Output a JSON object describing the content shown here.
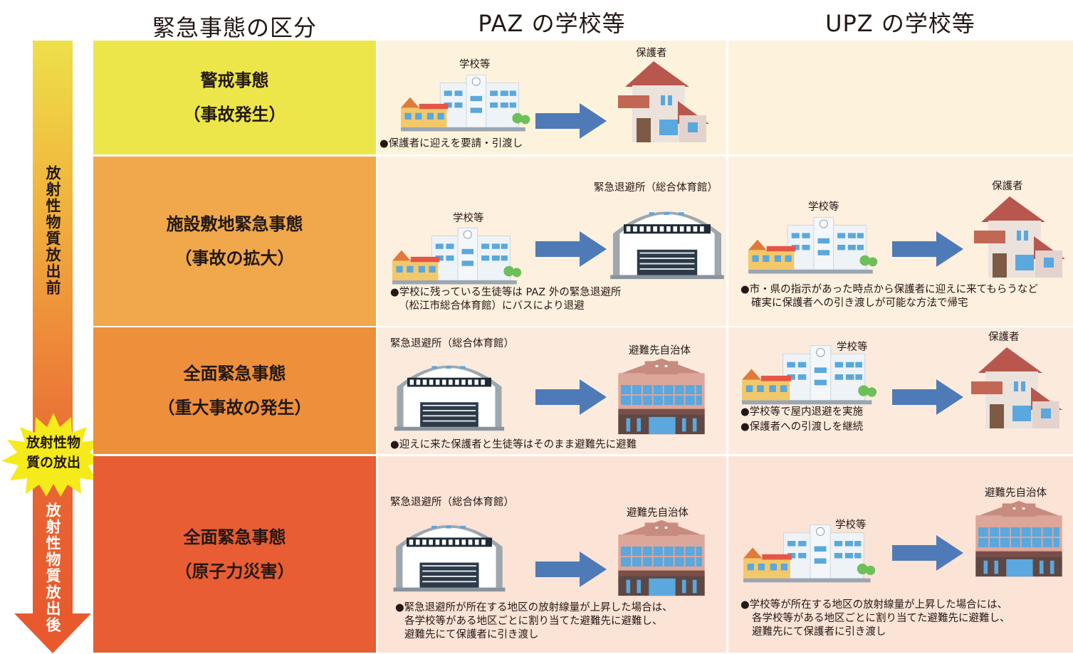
{
  "headers": {
    "category": "緊急事態の区分",
    "paz": "PAZ の学校等",
    "upz": "UPZ の学校等"
  },
  "side": {
    "before": "放射性物質放出前",
    "release": "放射性物質の放出",
    "after": "放射性物質放出後"
  },
  "rows": [
    {
      "title": "警戒事態",
      "sub": "（事故発生）",
      "paz": {
        "from_label": "学校等",
        "to_label": "保護者",
        "notes": [
          "●保護者に迎えを要請・引渡し"
        ]
      }
    },
    {
      "title": "施設敷地緊急事態",
      "sub": "（事故の拡大）",
      "paz": {
        "from_label": "学校等",
        "to_label": "緊急退避所（総合体育館）",
        "notes": [
          "●学校に残っている生徒等は PAZ 外の緊急退避所",
          "（松江市総合体育館）にバスにより退避"
        ]
      },
      "upz": {
        "from_label": "学校等",
        "to_label": "保護者",
        "notes": [
          "●市・県の指示があった時点から保護者に迎えに来てもらうなど",
          "確実に保護者への引き渡しが可能な方法で帰宅"
        ]
      }
    },
    {
      "title": "全面緊急事態",
      "sub": "（重大事故の発生）",
      "paz": {
        "from_label": "緊急退避所（総合体育館）",
        "to_label": "避難先自治体",
        "notes": [
          "●迎えに来た保護者と生徒等はそのまま避難先に避難"
        ]
      },
      "upz": {
        "from_label": "学校等",
        "to_label": "保護者",
        "notes": [
          "●学校等で屋内退避を実施",
          "●保護者への引渡しを継続"
        ]
      }
    },
    {
      "title": "全面緊急事態",
      "sub": "（原子力災害）",
      "paz": {
        "from_label": "緊急退避所（総合体育館）",
        "to_label": "避難先自治体",
        "notes": [
          "●緊急退避所が所在する地区の放射線量が上昇した場合は、",
          "各学校等がある地区ごとに割り当てた避難先に避難し、",
          "避難先にて保護者に引き渡し"
        ]
      },
      "upz": {
        "from_label": "学校等",
        "to_label": "避難先自治体",
        "notes": [
          "●学校等が所在する地区の放射線量が上昇した場合には、",
          "各学校等がある地区ごとに割り当てた避難先に避難し、",
          "避難先にて保護者に引き渡し"
        ]
      }
    }
  ],
  "colors": {
    "row1": "#ece64a",
    "row2": "#f0a84b",
    "row3": "#ee8f3b",
    "row4": "#e85d33",
    "cell_light": "#fdf3dc",
    "cell_pink": "#fbe4d6",
    "arrow": "#4f7ab8"
  }
}
